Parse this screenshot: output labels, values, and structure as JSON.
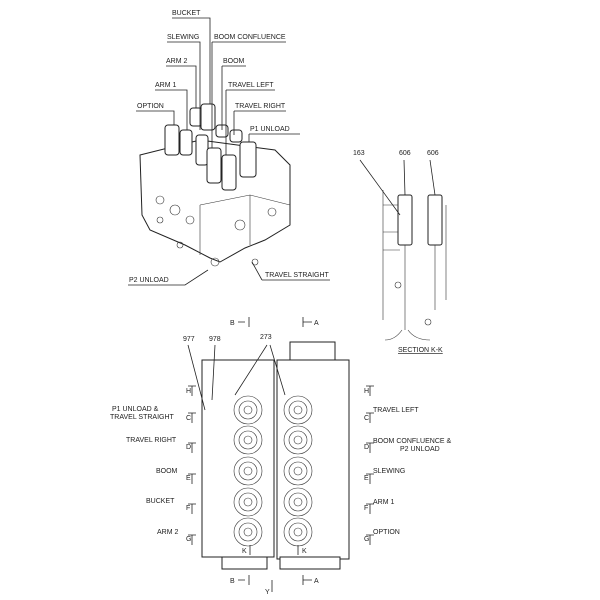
{
  "iso_view": {
    "labels": {
      "bucket": "BUCKET",
      "slewing": "SLEWING",
      "boom_confluence": "BOOM CONFLUENCE",
      "arm2": "ARM 2",
      "boom": "BOOM",
      "arm1": "ARM 1",
      "travel_left": "TRAVEL LEFT",
      "option": "OPTION",
      "travel_right": "TRAVEL RIGHT",
      "p1_unload": "P1 UNLOAD",
      "p2_unload": "P2 UNLOAD",
      "travel_straight": "TRAVEL STRAIGHT"
    }
  },
  "section_view": {
    "callouts": [
      "163",
      "606",
      "606"
    ],
    "title": "SECTION  K-K"
  },
  "bottom_view": {
    "callouts": {
      "c977": "977",
      "c978": "978",
      "c273": "273"
    },
    "section_marks": {
      "b": "B",
      "a": "A",
      "y": "Y",
      "k": "K"
    },
    "left_labels": [
      {
        "line1": "P1 UNLOAD &",
        "line2": "TRAVEL STRAIGHT",
        "letter": "C"
      },
      {
        "line1": "TRAVEL RIGHT",
        "letter": "D"
      },
      {
        "line1": "BOOM",
        "letter": "E"
      },
      {
        "line1": "BUCKET",
        "letter": "F"
      },
      {
        "line1": "ARM 2",
        "letter": "G"
      }
    ],
    "right_labels": [
      {
        "line1": "TRAVEL LEFT",
        "letter": "C"
      },
      {
        "line1": "BOOM CONFLUENCE &",
        "line2": "P2 UNLOAD",
        "letter": "D"
      },
      {
        "line1": "SLEWING",
        "letter": "E"
      },
      {
        "line1": "ARM 1",
        "letter": "F"
      },
      {
        "line1": "OPTION",
        "letter": "G"
      }
    ],
    "top_letter": "H"
  }
}
